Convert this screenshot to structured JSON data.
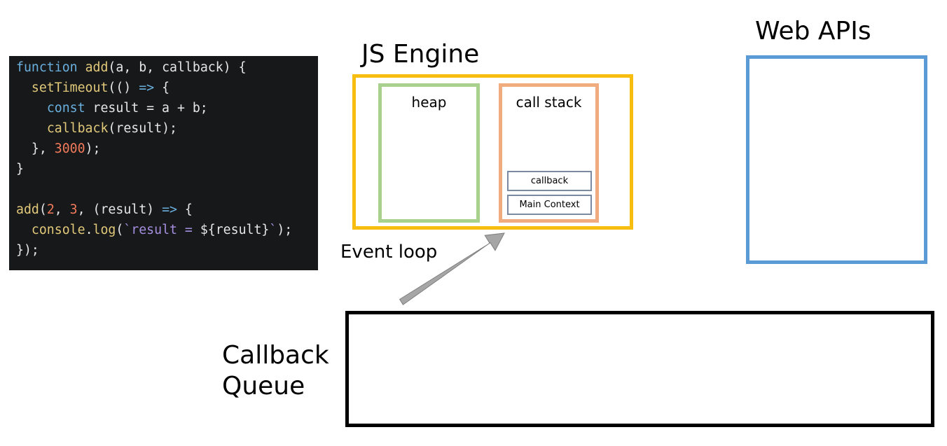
{
  "code": {
    "lines": [
      [
        {
          "t": "function ",
          "c": "kw"
        },
        {
          "t": "add",
          "c": "fn"
        },
        {
          "t": "(a, b, callback) {",
          "c": ""
        }
      ],
      [
        {
          "t": "  ",
          "c": ""
        },
        {
          "t": "setTimeout",
          "c": "fn"
        },
        {
          "t": "(() ",
          "c": ""
        },
        {
          "t": "=>",
          "c": "op"
        },
        {
          "t": " {",
          "c": ""
        }
      ],
      [
        {
          "t": "    ",
          "c": ""
        },
        {
          "t": "const",
          "c": "kw"
        },
        {
          "t": " result = a + b;",
          "c": ""
        }
      ],
      [
        {
          "t": "    ",
          "c": ""
        },
        {
          "t": "callback",
          "c": "fn"
        },
        {
          "t": "(result);",
          "c": ""
        }
      ],
      [
        {
          "t": "  }, ",
          "c": ""
        },
        {
          "t": "3000",
          "c": "num"
        },
        {
          "t": ");",
          "c": ""
        }
      ],
      [
        {
          "t": "}",
          "c": ""
        }
      ],
      [
        {
          "t": "",
          "c": ""
        }
      ],
      [
        {
          "t": "add",
          "c": "fn"
        },
        {
          "t": "(",
          "c": ""
        },
        {
          "t": "2",
          "c": "num"
        },
        {
          "t": ", ",
          "c": ""
        },
        {
          "t": "3",
          "c": "num"
        },
        {
          "t": ", (result) ",
          "c": ""
        },
        {
          "t": "=>",
          "c": "op"
        },
        {
          "t": " {",
          "c": ""
        }
      ],
      [
        {
          "t": "  ",
          "c": ""
        },
        {
          "t": "console",
          "c": "fn"
        },
        {
          "t": ".",
          "c": ""
        },
        {
          "t": "log",
          "c": "fn"
        },
        {
          "t": "(",
          "c": ""
        },
        {
          "t": "`result = ",
          "c": "str"
        },
        {
          "t": "${result}",
          "c": ""
        },
        {
          "t": "`",
          "c": "str"
        },
        {
          "t": ");",
          "c": ""
        }
      ],
      [
        {
          "t": "});",
          "c": ""
        }
      ]
    ]
  },
  "engine": {
    "title": "JS Engine"
  },
  "heap": {
    "label": "heap"
  },
  "call_stack": {
    "label": "call stack",
    "frames": [
      "callback",
      "Main Context"
    ]
  },
  "web_apis": {
    "title": "Web APIs"
  },
  "event_loop": {
    "label": "Event loop"
  },
  "callback_queue": {
    "title_line1": "Callback",
    "title_line2": "Queue"
  },
  "colors": {
    "engine": "#f7bd11",
    "heap": "#a9d18e",
    "call_stack": "#f0ac7e",
    "web_apis": "#5b9bd5",
    "queue": "#000000",
    "arrow": "#a6a6a6"
  }
}
